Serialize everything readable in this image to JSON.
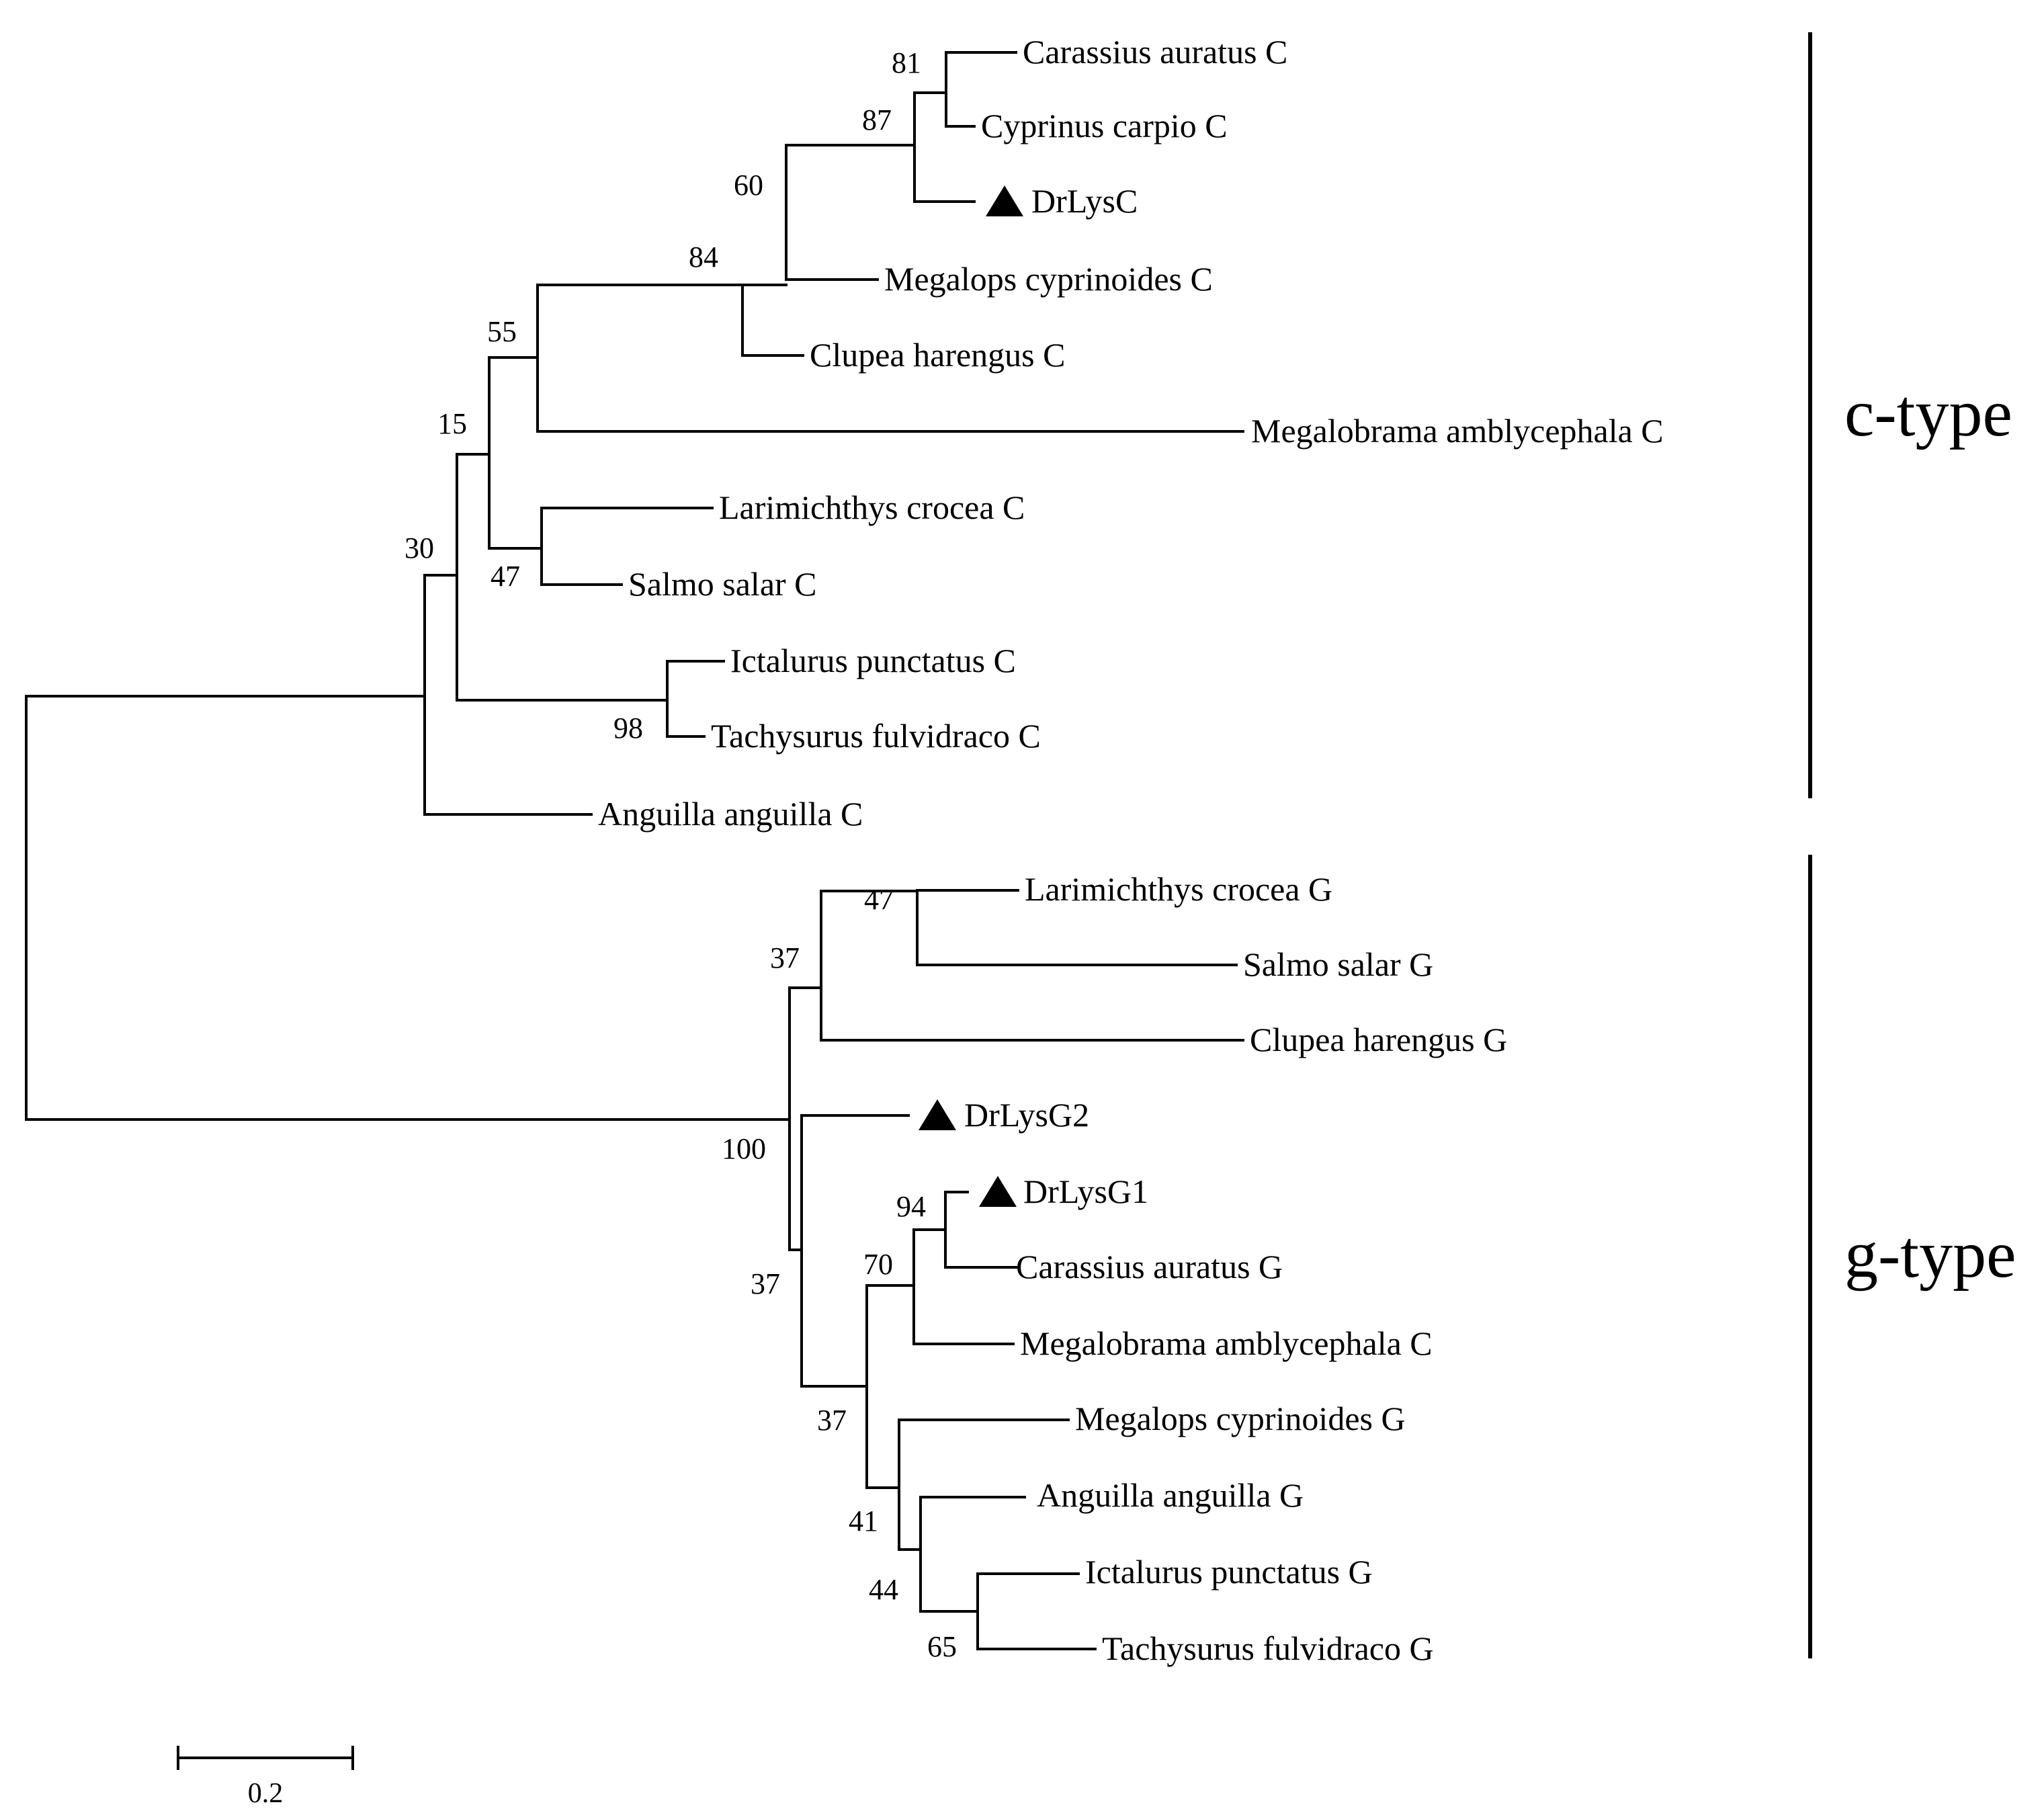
{
  "tree": {
    "leaves": [
      {
        "id": "L1",
        "label": "Carassius auratus C",
        "marker": false
      },
      {
        "id": "L2",
        "label": "Cyprinus carpio C",
        "marker": false
      },
      {
        "id": "L3",
        "label": "DrLysC",
        "marker": true
      },
      {
        "id": "L4",
        "label": "Megalops cyprinoides C",
        "marker": false
      },
      {
        "id": "L5",
        "label": "Clupea harengus C",
        "marker": false
      },
      {
        "id": "L6",
        "label": "Megalobrama amblycephala C",
        "marker": false
      },
      {
        "id": "L7",
        "label": "Larimichthys crocea C",
        "marker": false
      },
      {
        "id": "L8",
        "label": "Salmo salar C",
        "marker": false
      },
      {
        "id": "L9",
        "label": "Ictalurus punctatus C",
        "marker": false
      },
      {
        "id": "L10",
        "label": "Tachysurus fulvidraco C",
        "marker": false
      },
      {
        "id": "L11",
        "label": "Anguilla anguilla C",
        "marker": false
      },
      {
        "id": "L12",
        "label": "Larimichthys crocea G",
        "marker": false
      },
      {
        "id": "L13",
        "label": "Salmo salar G",
        "marker": false
      },
      {
        "id": "L14",
        "label": "Clupea harengus G",
        "marker": false
      },
      {
        "id": "L15",
        "label": "DrLysG2",
        "marker": true
      },
      {
        "id": "L16",
        "label": "DrLysG1",
        "marker": true
      },
      {
        "id": "L17",
        "label": "Carassius auratus G",
        "marker": false
      },
      {
        "id": "L18",
        "label": "Megalobrama amblycephala C",
        "marker": false
      },
      {
        "id": "L19",
        "label": "Megalops cyprinoides G",
        "marker": false
      },
      {
        "id": "L20",
        "label": "Anguilla anguilla G",
        "marker": false
      },
      {
        "id": "L21",
        "label": "Ictalurus punctatus G",
        "marker": false
      },
      {
        "id": "L22",
        "label": "Tachysurus fulvidraco G",
        "marker": false
      }
    ],
    "bootstrap": [
      "81",
      "87",
      "60",
      "84",
      "55",
      "15",
      "30",
      "47",
      "98",
      "47",
      "37",
      "100",
      "94",
      "70",
      "37",
      "37",
      "41",
      "44",
      "65"
    ],
    "groups": [
      {
        "label": "c-type"
      },
      {
        "label": "g-type"
      }
    ],
    "scale_bar": {
      "label": "0.2"
    }
  }
}
